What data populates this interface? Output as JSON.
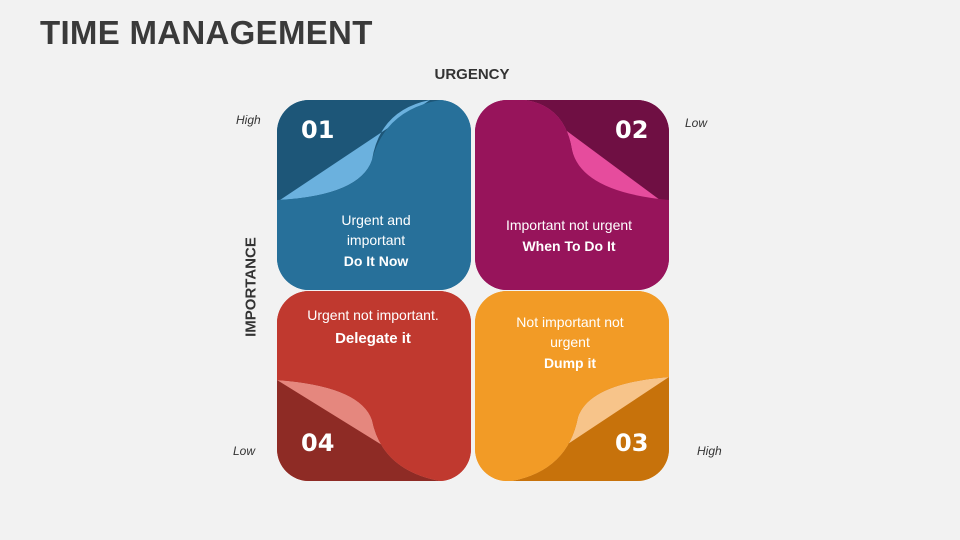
{
  "title": "TIME MANAGEMENT",
  "axes": {
    "top_label": "URGENCY",
    "left_label": "IMPORTANCE",
    "top_left_scale": "High",
    "top_right_scale": "Low",
    "bottom_left_scale": "Low",
    "bottom_right_scale": "High"
  },
  "quadrants": [
    {
      "number": "01",
      "description": "Urgent and important",
      "action": "Do It Now",
      "color": "#27709a",
      "dark": "#1d5678",
      "light": "#6bb1de"
    },
    {
      "number": "02",
      "description": "Important not urgent",
      "action": "When To Do It",
      "color": "#97145b",
      "dark": "#6f0f43",
      "light": "#e64c9d"
    },
    {
      "number": "03",
      "description": "Not important not urgent",
      "action": "Dump it",
      "color": "#f29b26",
      "dark": "#c7720b",
      "light": "#f7c48a"
    },
    {
      "number": "04",
      "description": "Urgent not important.",
      "action": "Delegate it",
      "color": "#c0392f",
      "dark": "#8e2b25",
      "light": "#e5877e"
    }
  ]
}
